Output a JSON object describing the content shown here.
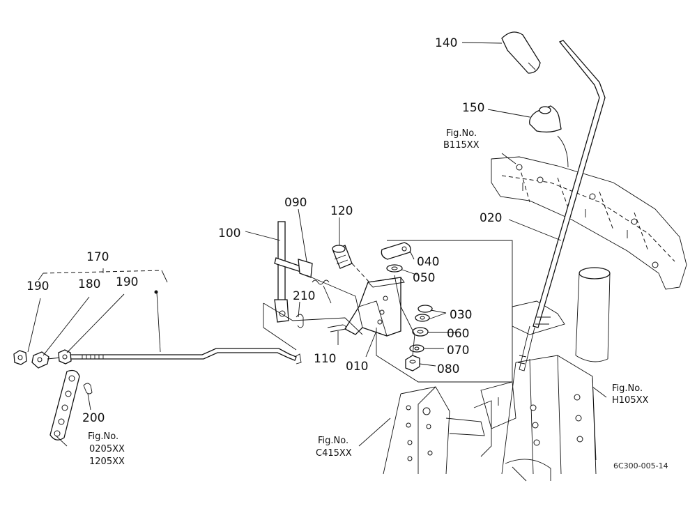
{
  "parts": {
    "p140": "140",
    "p150": "150",
    "p020": "020",
    "p090": "090",
    "p120": "120",
    "p100": "100",
    "p040": "040",
    "p050": "050",
    "p210": "210",
    "p030": "030",
    "p060": "060",
    "p070": "070",
    "p080": "080",
    "p110": "110",
    "p010": "010",
    "p170": "170",
    "p190a": "190",
    "p180": "180",
    "p190b": "190",
    "p200": "200"
  },
  "refs": {
    "b115_line1": "Fig.No.",
    "b115_line2": "B115XX",
    "h105_line1": "Fig.No.",
    "h105_line2": "H105XX",
    "c415_line1": "Fig.No.",
    "c415_line2": "C415XX",
    "f0205_line1": "Fig.No.",
    "f0205_line2": "0205XX",
    "f0205_line3": "1205XX"
  },
  "diagram_code": "6C300-005-14"
}
